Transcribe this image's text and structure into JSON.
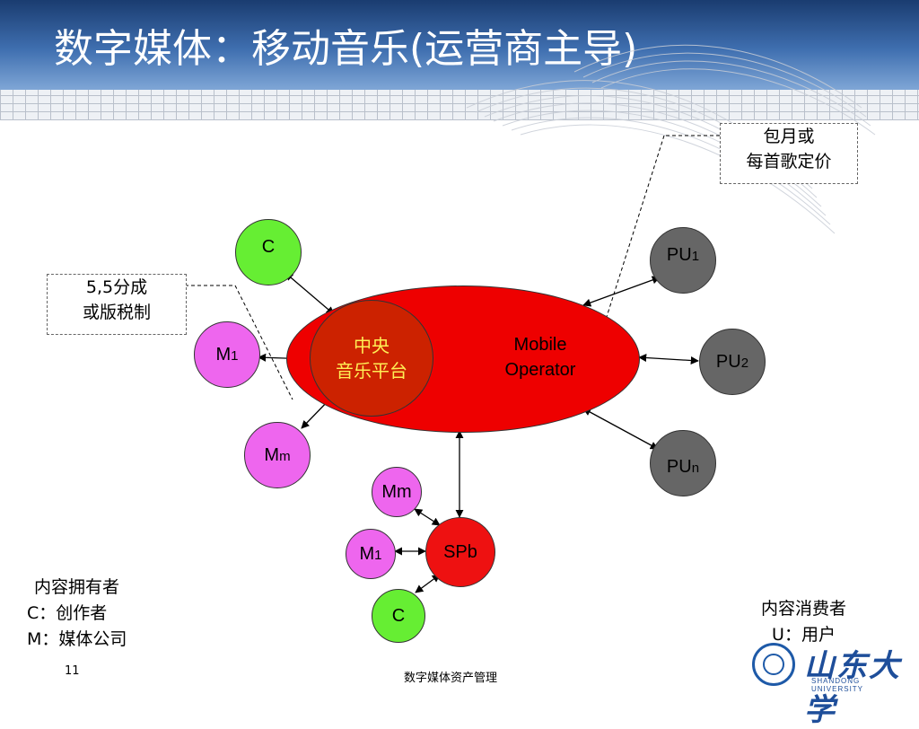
{
  "title": "数字媒体：移动音乐(运营商主导)",
  "nodes": {
    "c_top": "C",
    "m1_left": "M",
    "m1_left_sub": "1",
    "mm_left": "M",
    "mm_left_sub": "m",
    "central_platform_line1": "中央",
    "central_platform_line2": "音乐平台",
    "operator_line1": "Mobile",
    "operator_line2": "Operator",
    "pu1": "PU",
    "pu1_sub": "1",
    "pu2": "PU",
    "pu2_sub": "2",
    "pun": "PU",
    "pun_sub": "n",
    "mm_bottom": "Mm",
    "m1_bottom": "M",
    "m1_bottom_sub": "1",
    "spb": "SPb",
    "c_bottom": "C"
  },
  "notes": {
    "pricing_line1": "包月或",
    "pricing_line2": "每首歌定价",
    "split_line1": "5,5分成",
    "split_line2": "或版税制"
  },
  "legend_owner": {
    "heading": "内容拥有者",
    "c_line": "C：创作者",
    "m_line": "M：媒体公司"
  },
  "legend_consumer": {
    "heading": "内容消费者",
    "u_line": "U：用户"
  },
  "footer": {
    "page_number": "11",
    "course": "数字媒体资产管理"
  },
  "logo": {
    "script": "山东大学",
    "sub": "SHANDONG UNIVERSITY"
  },
  "colors": {
    "creator": "#66ee33",
    "media_company": "#ee66ee",
    "user": "#666666",
    "operator": "#ee0000",
    "platform_text": "#ffee55"
  }
}
